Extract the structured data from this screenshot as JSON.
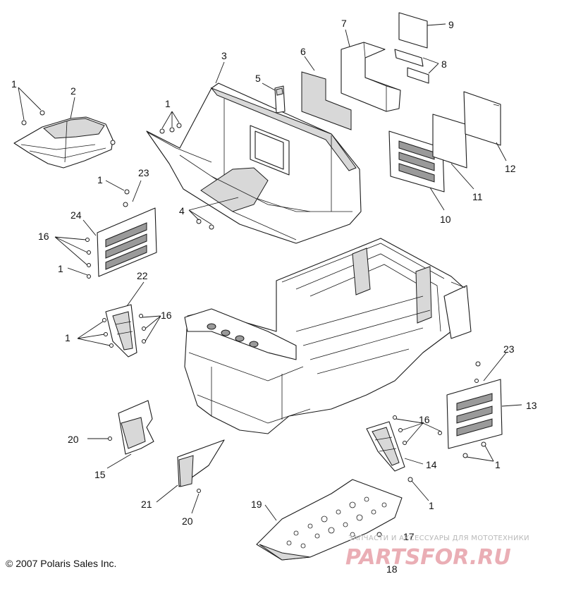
{
  "callouts": [
    "1",
    "2",
    "1",
    "3",
    "4",
    "5",
    "6",
    "7",
    "8",
    "9",
    "10",
    "11",
    "12",
    "1",
    "23",
    "24",
    "16",
    "1",
    "22",
    "1",
    "16",
    "20",
    "15",
    "21",
    "20",
    "19",
    "23",
    "13",
    "16",
    "14",
    "1",
    "1",
    "17",
    "18"
  ],
  "copyright": "© 2007 Polaris Sales Inc.",
  "watermark": {
    "tagline": "ЗАПЧАСТИ И АКСЕССУАРЫ ДЛЯ МОТОТЕХНИКИ",
    "brand": "PARTSFOR.RU"
  }
}
